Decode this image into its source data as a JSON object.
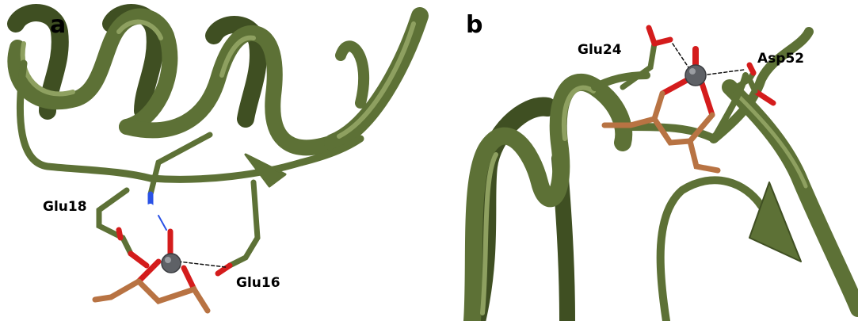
{
  "panels": [
    {
      "letter": "a",
      "residues": [
        "Glu18",
        "Glu16"
      ]
    },
    {
      "letter": "b",
      "residues": [
        "Glu24",
        "Asp52"
      ]
    }
  ],
  "colors": {
    "ribbon": "#5d7136",
    "ribbon_dark": "#3f4f22",
    "ribbon_light": "#8ea060",
    "oxygen": "#d41c1c",
    "nitrogen": "#2a52e6",
    "hydrogen": "#ffffff",
    "metal": "#5e6166",
    "ligand_carbon": "#b87343"
  }
}
